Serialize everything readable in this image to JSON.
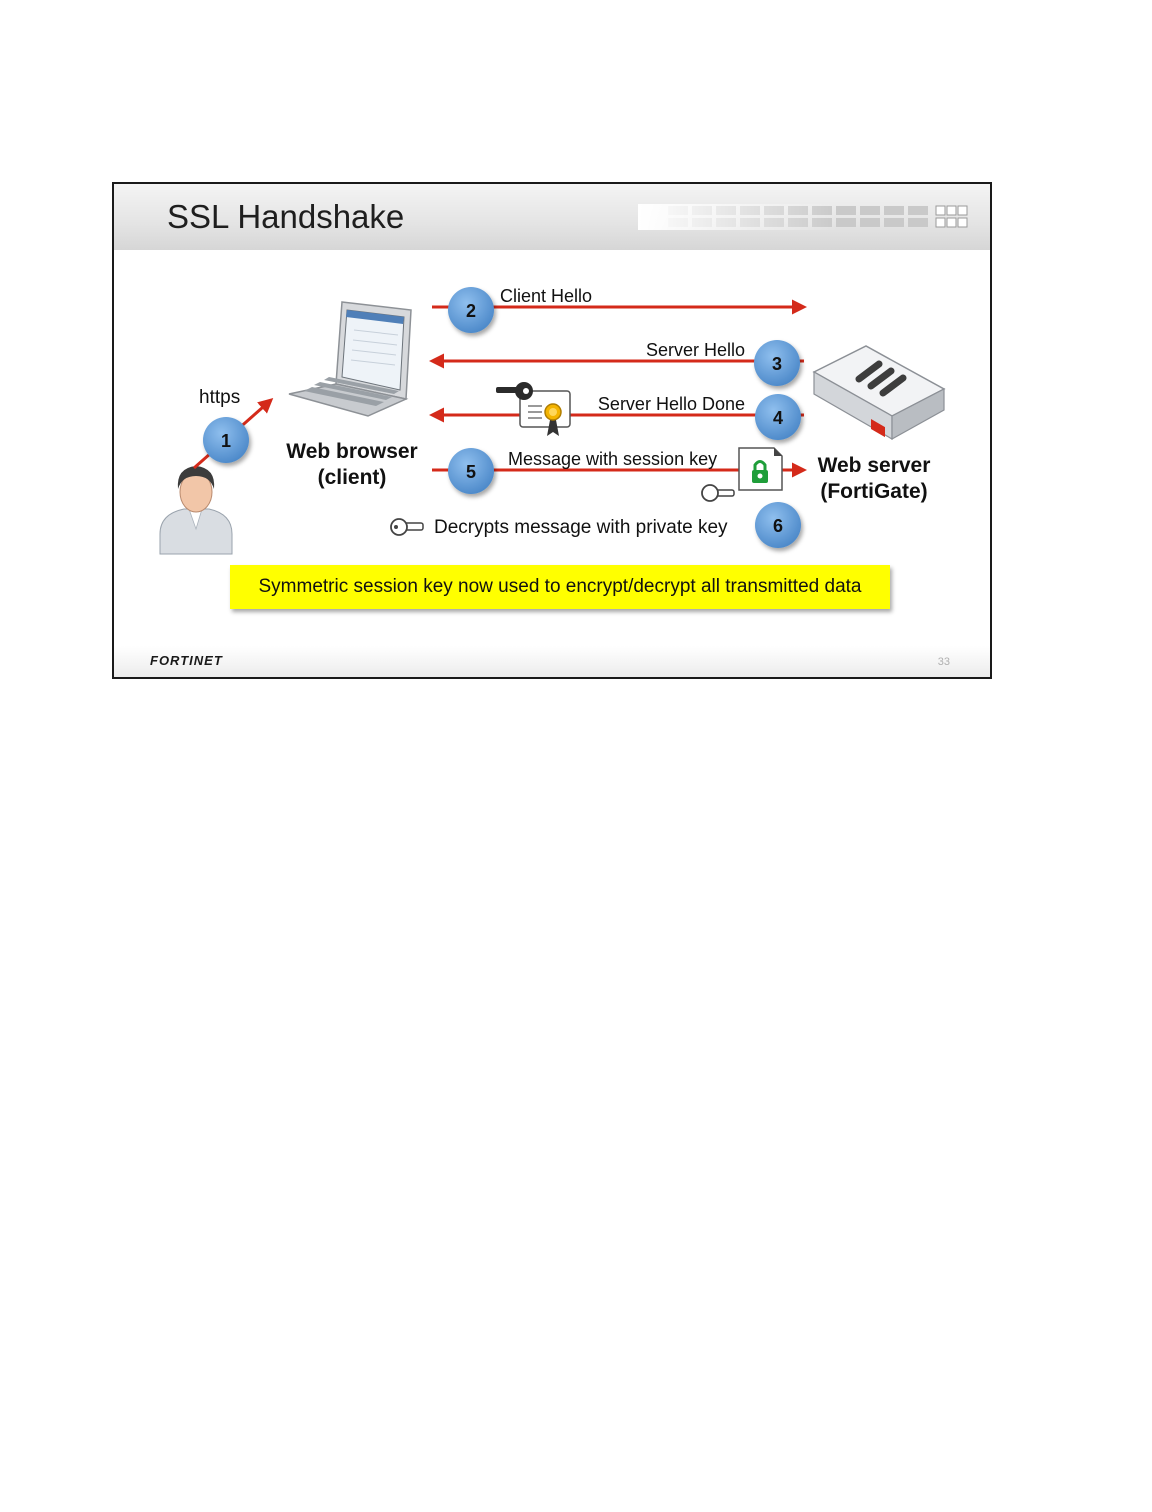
{
  "slide": {
    "title": "SSL Handshake",
    "page_number": "33",
    "footer_logo": "FORTINET"
  },
  "actors": {
    "client_label_line1": "Web browser",
    "client_label_line2": "(client)",
    "server_label_line1": "Web server",
    "server_label_line2": "(FortiGate)"
  },
  "steps": [
    {
      "number": "1",
      "label": "https"
    },
    {
      "number": "2",
      "label": "Client Hello"
    },
    {
      "number": "3",
      "label": "Server Hello"
    },
    {
      "number": "4",
      "label": "Server Hello Done"
    },
    {
      "number": "5",
      "label": "Message with session key"
    },
    {
      "number": "6",
      "label": "Decrypts message with private key"
    }
  ],
  "note": "Symmetric session key now used to encrypt/decrypt all transmitted data",
  "colors": {
    "arrow": "#d42a1a",
    "badge": "#5b9bd5",
    "note_bg": "#ffff00"
  }
}
